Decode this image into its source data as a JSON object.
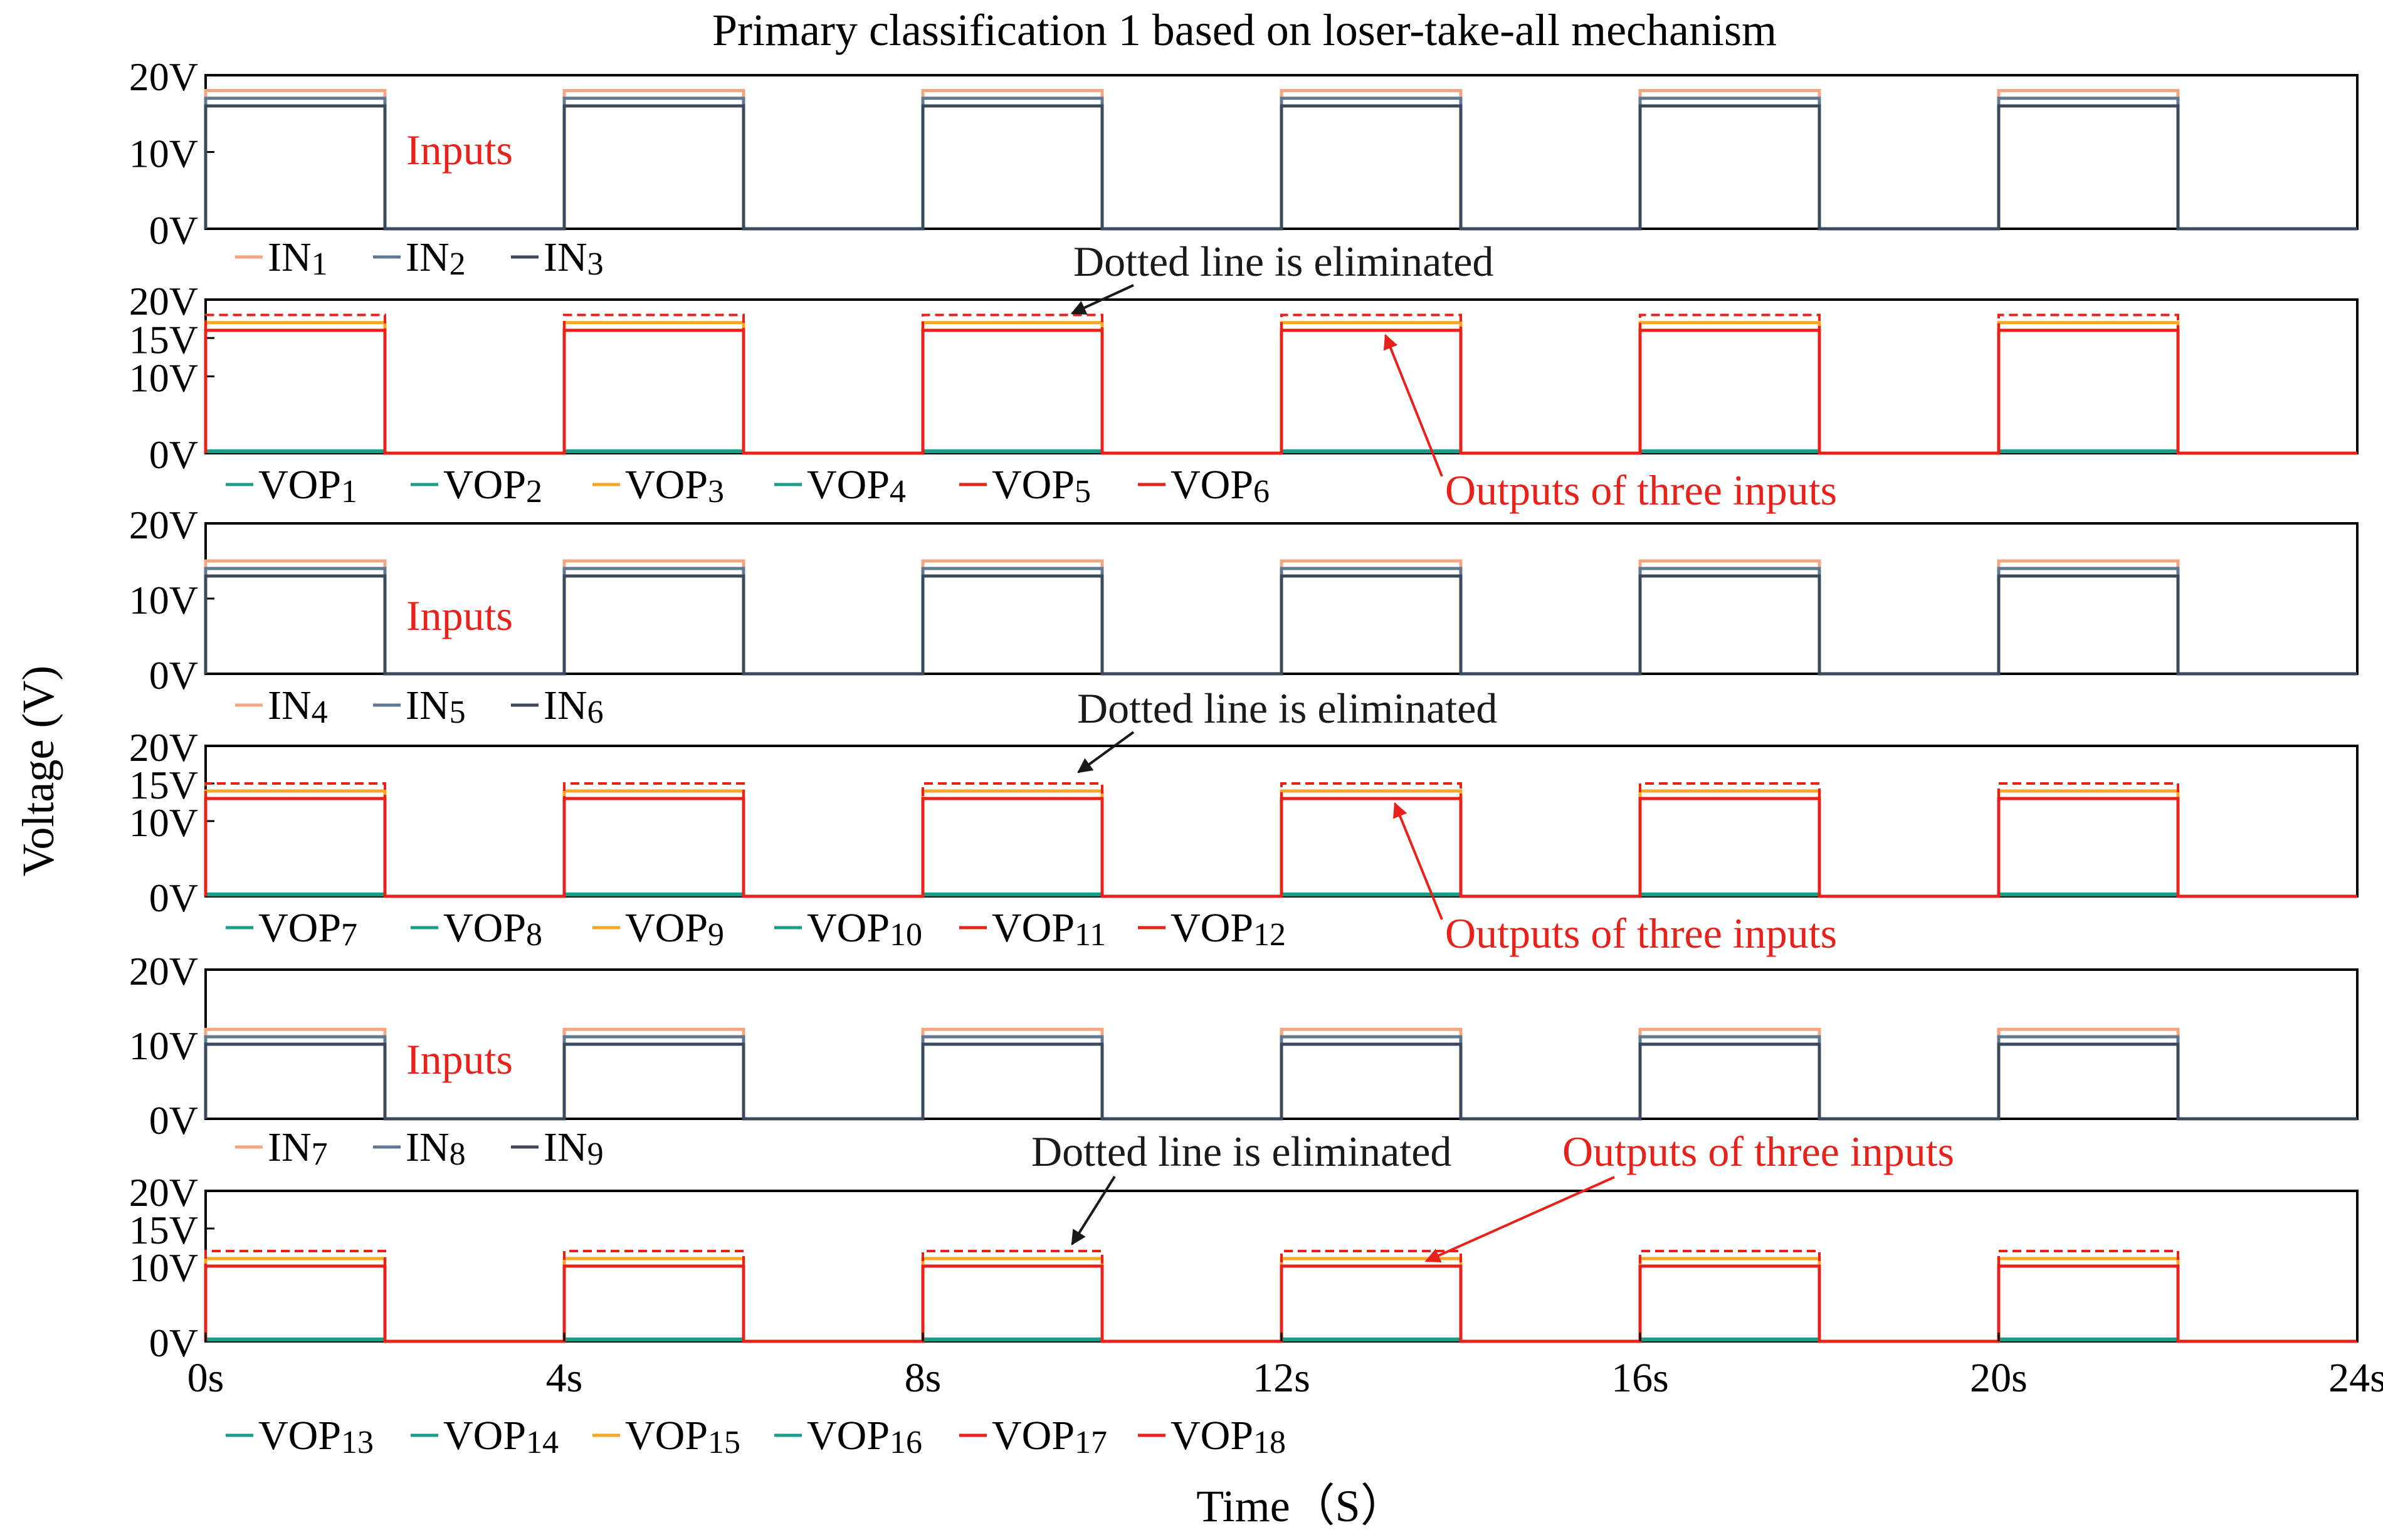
{
  "title": "Primary classification 1 based on loser-take-all mechanism",
  "xlabel": "Time（S）",
  "ylabel": "Voltage (V)",
  "x_ticks": [
    "0s",
    "4s",
    "8s",
    "12s",
    "16s",
    "20s",
    "24s"
  ],
  "colors": {
    "in_a": "#F4A582",
    "in_b": "#607890",
    "in_c": "#3A4A5C",
    "teal": "#1A9E8A",
    "orange": "#F5A623",
    "red": "#E8221B",
    "annot_red": "#E8221B",
    "annot_black": "#1A1A1A",
    "axis": "#000000"
  },
  "annotations": {
    "inputs": "Inputs",
    "dotted": "Dotted line is eliminated",
    "outputs": "Outputs of three inputs"
  },
  "chart_data": [
    {
      "type": "line",
      "name": "inputs-1",
      "kind": "inputs",
      "x_range": [
        0,
        24
      ],
      "ylim": [
        0,
        20
      ],
      "y_ticks": [
        {
          "v": 0,
          "label": "0V"
        },
        {
          "v": 10,
          "label": "10V"
        },
        {
          "v": 20,
          "label": "20V"
        }
      ],
      "pulse": {
        "period": 4,
        "width": 2,
        "start": 0,
        "count": 6
      },
      "series": [
        {
          "name": "IN1",
          "sub": "1",
          "high": 18,
          "color": "#F4A582"
        },
        {
          "name": "IN2",
          "sub": "2",
          "high": 17,
          "color": "#607890"
        },
        {
          "name": "IN3",
          "sub": "3",
          "high": 16,
          "color": "#3A4A5C"
        }
      ],
      "legend": [
        {
          "base": "IN",
          "sub": "1",
          "color": "#F4A582"
        },
        {
          "base": "IN",
          "sub": "2",
          "color": "#607890"
        },
        {
          "base": "IN",
          "sub": "3",
          "color": "#3A4A5C"
        }
      ]
    },
    {
      "type": "line",
      "name": "outputs-1",
      "kind": "outputs",
      "x_range": [
        0,
        24
      ],
      "ylim": [
        0,
        20
      ],
      "y_ticks": [
        {
          "v": 0,
          "label": "0V"
        },
        {
          "v": 10,
          "label": "10V"
        },
        {
          "v": 15,
          "label": "15V"
        },
        {
          "v": 20,
          "label": "20V"
        }
      ],
      "pulse": {
        "period": 4,
        "width": 2,
        "start": 0,
        "count": 6
      },
      "series": [
        {
          "name": "VOP1",
          "high": 0.3,
          "color": "#1A9E8A",
          "dashed": false
        },
        {
          "name": "VOP2",
          "high": 0.2,
          "color": "#1A9E8A",
          "dashed": false
        },
        {
          "name": "VOP3",
          "high": 17,
          "color": "#F5A623",
          "dashed": false
        },
        {
          "name": "VOP4",
          "high": 0.2,
          "color": "#1A9E8A",
          "dashed": false
        },
        {
          "name": "VOP5",
          "high": 16,
          "color": "#E8221B",
          "dashed": false
        },
        {
          "name": "VOP6",
          "high": 18,
          "color": "#E8221B",
          "dashed": true
        }
      ],
      "legend": [
        {
          "base": "VOP",
          "sub": "1",
          "color": "#1A9E8A"
        },
        {
          "base": "VOP",
          "sub": "2",
          "color": "#1A9E8A"
        },
        {
          "base": "VOP",
          "sub": "3",
          "color": "#F5A623"
        },
        {
          "base": "VOP",
          "sub": "4",
          "color": "#1A9E8A"
        },
        {
          "base": "VOP",
          "sub": "5",
          "color": "#E8221B"
        },
        {
          "base": "VOP",
          "sub": "6",
          "color": "#E8221B"
        }
      ]
    },
    {
      "type": "line",
      "name": "inputs-2",
      "kind": "inputs",
      "x_range": [
        0,
        24
      ],
      "ylim": [
        0,
        20
      ],
      "y_ticks": [
        {
          "v": 0,
          "label": "0V"
        },
        {
          "v": 10,
          "label": "10V"
        },
        {
          "v": 20,
          "label": "20V"
        }
      ],
      "pulse": {
        "period": 4,
        "width": 2,
        "start": 0,
        "count": 6
      },
      "series": [
        {
          "name": "IN4",
          "high": 15,
          "color": "#F4A582"
        },
        {
          "name": "IN5",
          "high": 14,
          "color": "#607890"
        },
        {
          "name": "IN6",
          "high": 13,
          "color": "#3A4A5C"
        }
      ],
      "legend": [
        {
          "base": "IN",
          "sub": "4",
          "color": "#F4A582"
        },
        {
          "base": "IN",
          "sub": "5",
          "color": "#607890"
        },
        {
          "base": "IN",
          "sub": "6",
          "color": "#3A4A5C"
        }
      ]
    },
    {
      "type": "line",
      "name": "outputs-2",
      "kind": "outputs",
      "x_range": [
        0,
        24
      ],
      "ylim": [
        0,
        20
      ],
      "y_ticks": [
        {
          "v": 0,
          "label": "0V"
        },
        {
          "v": 10,
          "label": "10V"
        },
        {
          "v": 15,
          "label": "15V"
        },
        {
          "v": 20,
          "label": "20V"
        }
      ],
      "pulse": {
        "period": 4,
        "width": 2,
        "start": 0,
        "count": 6
      },
      "series": [
        {
          "name": "VOP7",
          "high": 0.3,
          "color": "#1A9E8A",
          "dashed": false
        },
        {
          "name": "VOP8",
          "high": 0.2,
          "color": "#1A9E8A",
          "dashed": false
        },
        {
          "name": "VOP9",
          "high": 14,
          "color": "#F5A623",
          "dashed": false
        },
        {
          "name": "VOP10",
          "high": 0.2,
          "color": "#1A9E8A",
          "dashed": false
        },
        {
          "name": "VOP11",
          "high": 13,
          "color": "#E8221B",
          "dashed": false
        },
        {
          "name": "VOP12",
          "high": 15,
          "color": "#E8221B",
          "dashed": true
        }
      ],
      "legend": [
        {
          "base": "VOP",
          "sub": "7",
          "color": "#1A9E8A"
        },
        {
          "base": "VOP",
          "sub": "8",
          "color": "#1A9E8A"
        },
        {
          "base": "VOP",
          "sub": "9",
          "color": "#F5A623"
        },
        {
          "base": "VOP",
          "sub": "10",
          "color": "#1A9E8A"
        },
        {
          "base": "VOP",
          "sub": "11",
          "color": "#E8221B"
        },
        {
          "base": "VOP",
          "sub": "12",
          "color": "#E8221B"
        }
      ]
    },
    {
      "type": "line",
      "name": "inputs-3",
      "kind": "inputs",
      "x_range": [
        0,
        24
      ],
      "ylim": [
        0,
        20
      ],
      "y_ticks": [
        {
          "v": 0,
          "label": "0V"
        },
        {
          "v": 10,
          "label": "10V"
        },
        {
          "v": 20,
          "label": "20V"
        }
      ],
      "pulse": {
        "period": 4,
        "width": 2,
        "start": 0,
        "count": 6
      },
      "series": [
        {
          "name": "IN7",
          "high": 12,
          "color": "#F4A582"
        },
        {
          "name": "IN8",
          "high": 11,
          "color": "#607890"
        },
        {
          "name": "IN9",
          "high": 10,
          "color": "#3A4A5C"
        }
      ],
      "legend": [
        {
          "base": "IN",
          "sub": "7",
          "color": "#F4A582"
        },
        {
          "base": "IN",
          "sub": "8",
          "color": "#607890"
        },
        {
          "base": "IN",
          "sub": "9",
          "color": "#3A4A5C"
        }
      ]
    },
    {
      "type": "line",
      "name": "outputs-3",
      "kind": "outputs",
      "x_range": [
        0,
        24
      ],
      "ylim": [
        0,
        20
      ],
      "y_ticks": [
        {
          "v": 0,
          "label": "0V"
        },
        {
          "v": 10,
          "label": "10V"
        },
        {
          "v": 15,
          "label": "15V"
        },
        {
          "v": 20,
          "label": "20V"
        }
      ],
      "pulse": {
        "period": 4,
        "width": 2,
        "start": 0,
        "count": 6
      },
      "series": [
        {
          "name": "VOP13",
          "high": 0.3,
          "color": "#1A9E8A",
          "dashed": false
        },
        {
          "name": "VOP14",
          "high": 0.2,
          "color": "#1A9E8A",
          "dashed": false
        },
        {
          "name": "VOP15",
          "high": 11,
          "color": "#F5A623",
          "dashed": false
        },
        {
          "name": "VOP16",
          "high": 0.2,
          "color": "#1A9E8A",
          "dashed": false
        },
        {
          "name": "VOP17",
          "high": 10,
          "color": "#E8221B",
          "dashed": false
        },
        {
          "name": "VOP18",
          "high": 12,
          "color": "#E8221B",
          "dashed": true
        }
      ],
      "legend": [
        {
          "base": "VOP",
          "sub": "13",
          "color": "#1A9E8A"
        },
        {
          "base": "VOP",
          "sub": "14",
          "color": "#1A9E8A"
        },
        {
          "base": "VOP",
          "sub": "15",
          "color": "#F5A623"
        },
        {
          "base": "VOP",
          "sub": "16",
          "color": "#1A9E8A"
        },
        {
          "base": "VOP",
          "sub": "17",
          "color": "#E8221B"
        },
        {
          "base": "VOP",
          "sub": "18",
          "color": "#E8221B"
        }
      ]
    }
  ]
}
